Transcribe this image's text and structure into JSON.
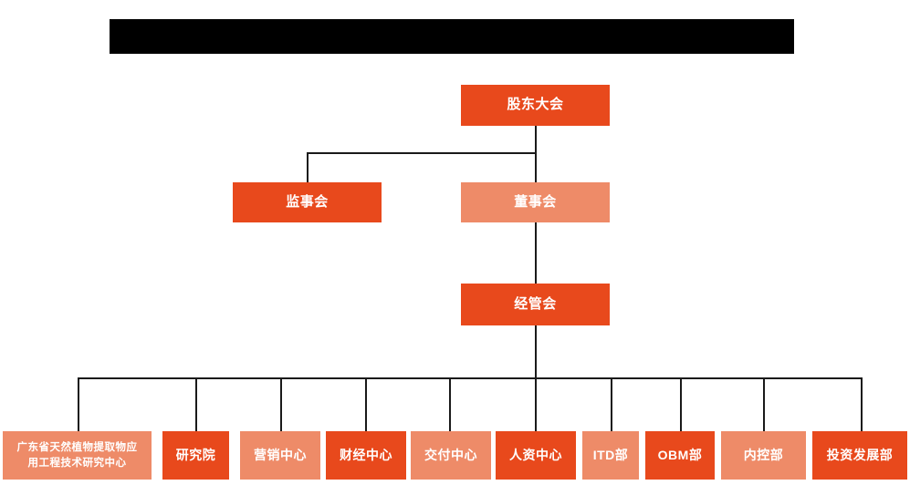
{
  "banner": {
    "name": "redacted-title-banner",
    "content": ""
  },
  "chart": {
    "type": "org-chart",
    "colors": {
      "dark_orange": "#E8491C",
      "light_orange": "#EE8B68",
      "line": "#1a1a1a",
      "background": "#ffffff",
      "redaction": "#000000",
      "text": "#ffffff"
    },
    "levels": [
      {
        "level": 1,
        "nodes": [
          {
            "id": "shareholders-meeting",
            "label": "股东大会",
            "tone": "dark"
          }
        ]
      },
      {
        "level": 2,
        "nodes": [
          {
            "id": "supervisory-board",
            "label": "监事会",
            "tone": "dark"
          },
          {
            "id": "board-of-directors",
            "label": "董事会",
            "tone": "light"
          }
        ]
      },
      {
        "level": 3,
        "nodes": [
          {
            "id": "management-committee",
            "label": "经管会",
            "tone": "dark"
          }
        ]
      },
      {
        "level": 4,
        "nodes": [
          {
            "id": "guangdong-research-center",
            "label": "广东省天然植物提取物应用工程技术研究中心",
            "line1": "广东省天然植物提取物应",
            "line2": "用工程技术研究中心",
            "tone": "light"
          },
          {
            "id": "research-institute",
            "label": "研究院",
            "tone": "dark"
          },
          {
            "id": "marketing-center",
            "label": "营销中心",
            "tone": "light"
          },
          {
            "id": "finance-center",
            "label": "财经中心",
            "tone": "dark"
          },
          {
            "id": "delivery-center",
            "label": "交付中心",
            "tone": "light"
          },
          {
            "id": "hr-center",
            "label": "人资中心",
            "tone": "dark"
          },
          {
            "id": "itd-department",
            "label": "ITD部",
            "tone": "light"
          },
          {
            "id": "obm-department",
            "label": "OBM部",
            "tone": "dark"
          },
          {
            "id": "internal-control-department",
            "label": "内控部",
            "tone": "light"
          },
          {
            "id": "investment-development-department",
            "label": "投资发展部",
            "tone": "dark"
          }
        ]
      }
    ]
  }
}
